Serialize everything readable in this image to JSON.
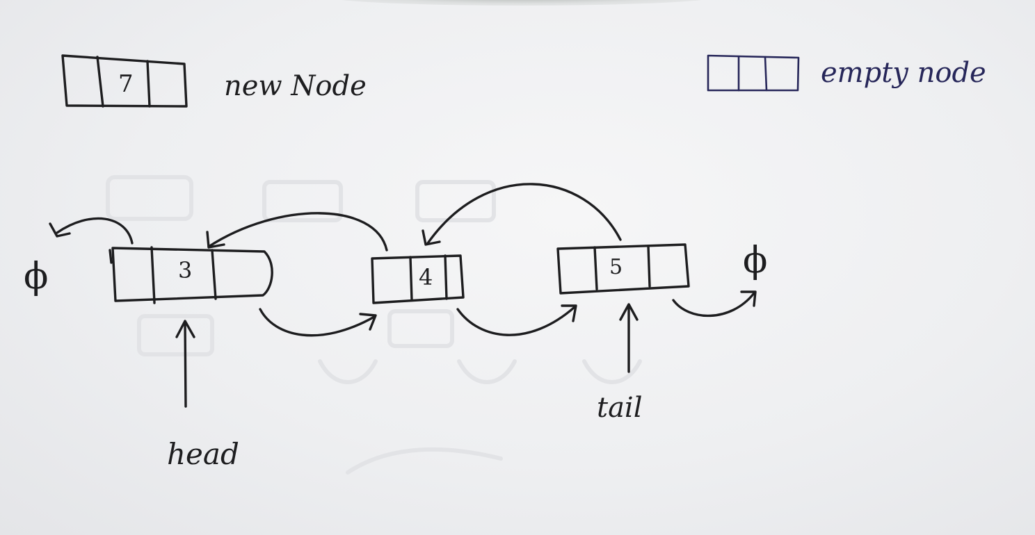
{
  "legend": {
    "new_node": {
      "value": "7",
      "label": "new Node"
    },
    "empty_node": {
      "label": "empty node"
    }
  },
  "nodes": [
    {
      "value": "3"
    },
    {
      "value": "4"
    },
    {
      "value": "5"
    }
  ],
  "null_symbol": "ϕ",
  "pointers": {
    "head": "head",
    "tail": "tail"
  },
  "colors": {
    "ink": "#1d1d1f",
    "blue_ink": "#262659",
    "paper": "#eeeff1"
  }
}
